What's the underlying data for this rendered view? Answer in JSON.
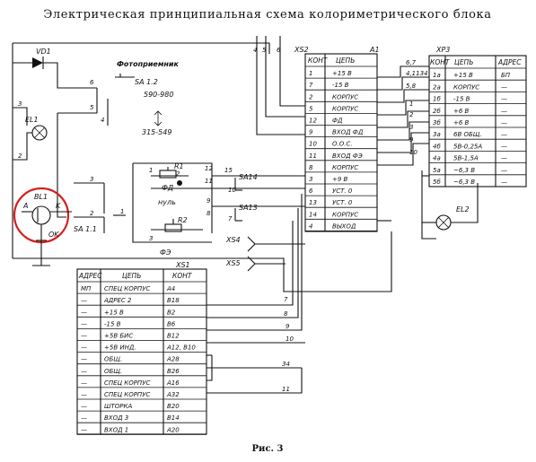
{
  "title": "Электрическая принципиальная схема колориметрического блока",
  "caption": "Рис. 3",
  "components": {
    "vd1": "VD1",
    "el1": "EL1",
    "el2": "EL2",
    "bl1": "BL1",
    "bl1_a": "A",
    "bl1_k": "K",
    "bl1_ok": "OK",
    "sa11": "SA 1.1",
    "sa12": "SA 1.2",
    "sa12_range1": "590-980",
    "sa12_range2": "315-549",
    "photodetector": "Фотоприемник",
    "r1": "R1",
    "r2": "R2",
    "fd": "ФД",
    "nul": "нуль",
    "fe": "ФЭ",
    "sa13": "SA13",
    "sa14": "SA14",
    "xs4": "XS4",
    "xs5": "XS5",
    "xs1": "XS1",
    "xs2": "XS2",
    "a1": "A1",
    "xp3": "XP3"
  },
  "xs2_table": {
    "headers": [
      "КОНТ",
      "ЦЕПЬ"
    ],
    "rows": [
      [
        "1",
        "+15 В"
      ],
      [
        "7",
        "-15 В"
      ],
      [
        "2",
        "КОРПУС"
      ],
      [
        "5",
        "КОРПУС"
      ],
      [
        "12",
        "ФД"
      ],
      [
        "9",
        "ВХОД ФД"
      ],
      [
        "10",
        "О.О.С."
      ],
      [
        "11",
        "ВХОД ФЭ"
      ],
      [
        "8",
        "КОРПУС"
      ],
      [
        "3",
        "+9 В"
      ],
      [
        "6",
        "УСТ. 0"
      ],
      [
        "13",
        "УСТ. 0"
      ],
      [
        "14",
        "КОРПУС"
      ],
      [
        "4",
        "ВЫХОД"
      ]
    ]
  },
  "xp3_table": {
    "headers": [
      "КОНТ",
      "ЦЕПЬ",
      "АДРЕС"
    ],
    "rows": [
      [
        "1а",
        "+15 В",
        "БП"
      ],
      [
        "2а",
        "КОРПУС",
        "—"
      ],
      [
        "1б",
        "-15 В",
        "—"
      ],
      [
        "2б",
        "+6 В",
        "—"
      ],
      [
        "3б",
        "+6 В",
        "—"
      ],
      [
        "3а",
        "6В ОБЩ.",
        "—"
      ],
      [
        "4б",
        "5В-0,25А",
        "—"
      ],
      [
        "4а",
        "5В-1,5А",
        "—"
      ],
      [
        "5а",
        "~6,3 В",
        "—"
      ],
      [
        "5б",
        "~6,3 В",
        "—"
      ]
    ]
  },
  "xs1_table": {
    "headers": [
      "АДРЕС",
      "ЦЕПЬ",
      "КОНТ"
    ],
    "rows": [
      [
        "МП",
        "СПЕЦ КОРПУС",
        "А4"
      ],
      [
        "—",
        "АДРЕС 2",
        "В18"
      ],
      [
        "—",
        "+15 В",
        "В2"
      ],
      [
        "—",
        "-15 В",
        "В6"
      ],
      [
        "—",
        "+5В БИС",
        "В12"
      ],
      [
        "—",
        "+5В ИНД.",
        "А12, В10"
      ],
      [
        "—",
        "ОБЩ.",
        "А28"
      ],
      [
        "—",
        "ОБЩ.",
        "В26"
      ],
      [
        "—",
        "СПЕЦ КОРПУС",
        "А16"
      ],
      [
        "—",
        "СПЕЦ КОРПУС",
        "А32"
      ],
      [
        "—",
        "ШТОРКА",
        "В20"
      ],
      [
        "—",
        "ВХОД 3",
        "В14"
      ],
      [
        "—",
        "ВХОД 1",
        "А20"
      ]
    ]
  },
  "wire_labels": {
    "top": [
      "4",
      "5",
      "6"
    ],
    "left": [
      "6",
      "5",
      "4",
      "3",
      "2",
      "3",
      "2",
      "1"
    ],
    "r_net": [
      "1",
      "2",
      "3",
      "12",
      "11",
      "9",
      "8"
    ],
    "sa_pins": [
      "15",
      "10",
      "7"
    ],
    "xs1_right": [
      "7",
      "8",
      "9",
      "10",
      "34",
      "11"
    ],
    "xp3_left": [
      "6,7",
      "4,1134",
      "5,8",
      "1",
      "2",
      "3",
      "9",
      "10"
    ]
  },
  "highlight": {
    "target": "BL1",
    "color": "#d42020"
  }
}
